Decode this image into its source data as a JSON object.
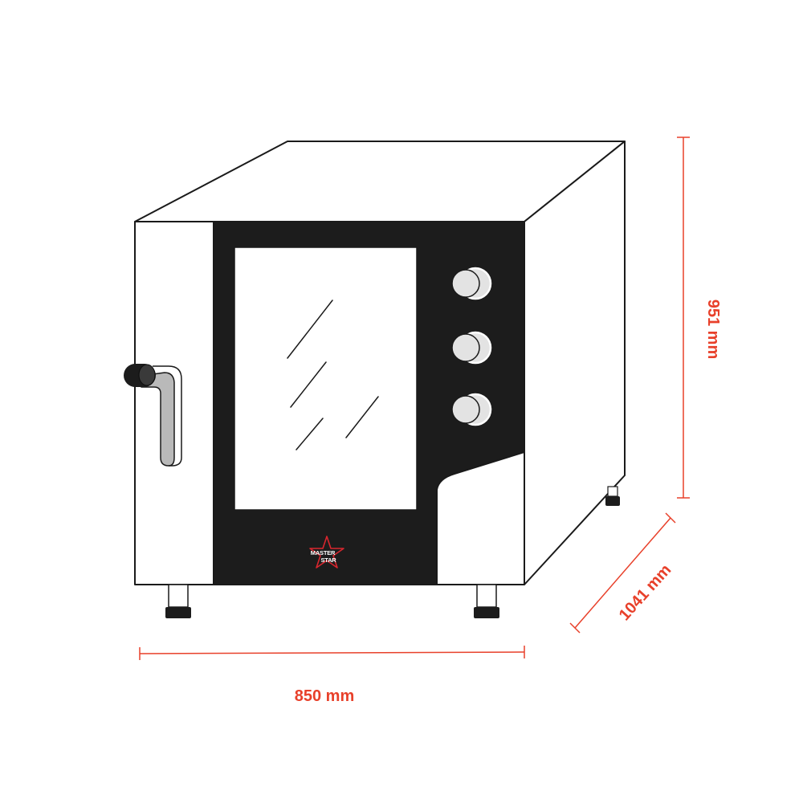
{
  "dimensions": {
    "width_label": "850 mm",
    "height_label": "951 mm",
    "depth_label": "1041 mm"
  },
  "logo": {
    "line1": "MASTER",
    "line2": "STAR"
  },
  "oven": {
    "control_knob_count": 3,
    "feet_count": 3
  },
  "colors": {
    "outline": "#1a1a1a",
    "front_panel": "#1c1c1c",
    "body": "#ffffff",
    "handle": "#b9b9b9",
    "knob": "#e3e3e3",
    "dimension": "#e8402a",
    "logo_star": "#d8262e"
  }
}
